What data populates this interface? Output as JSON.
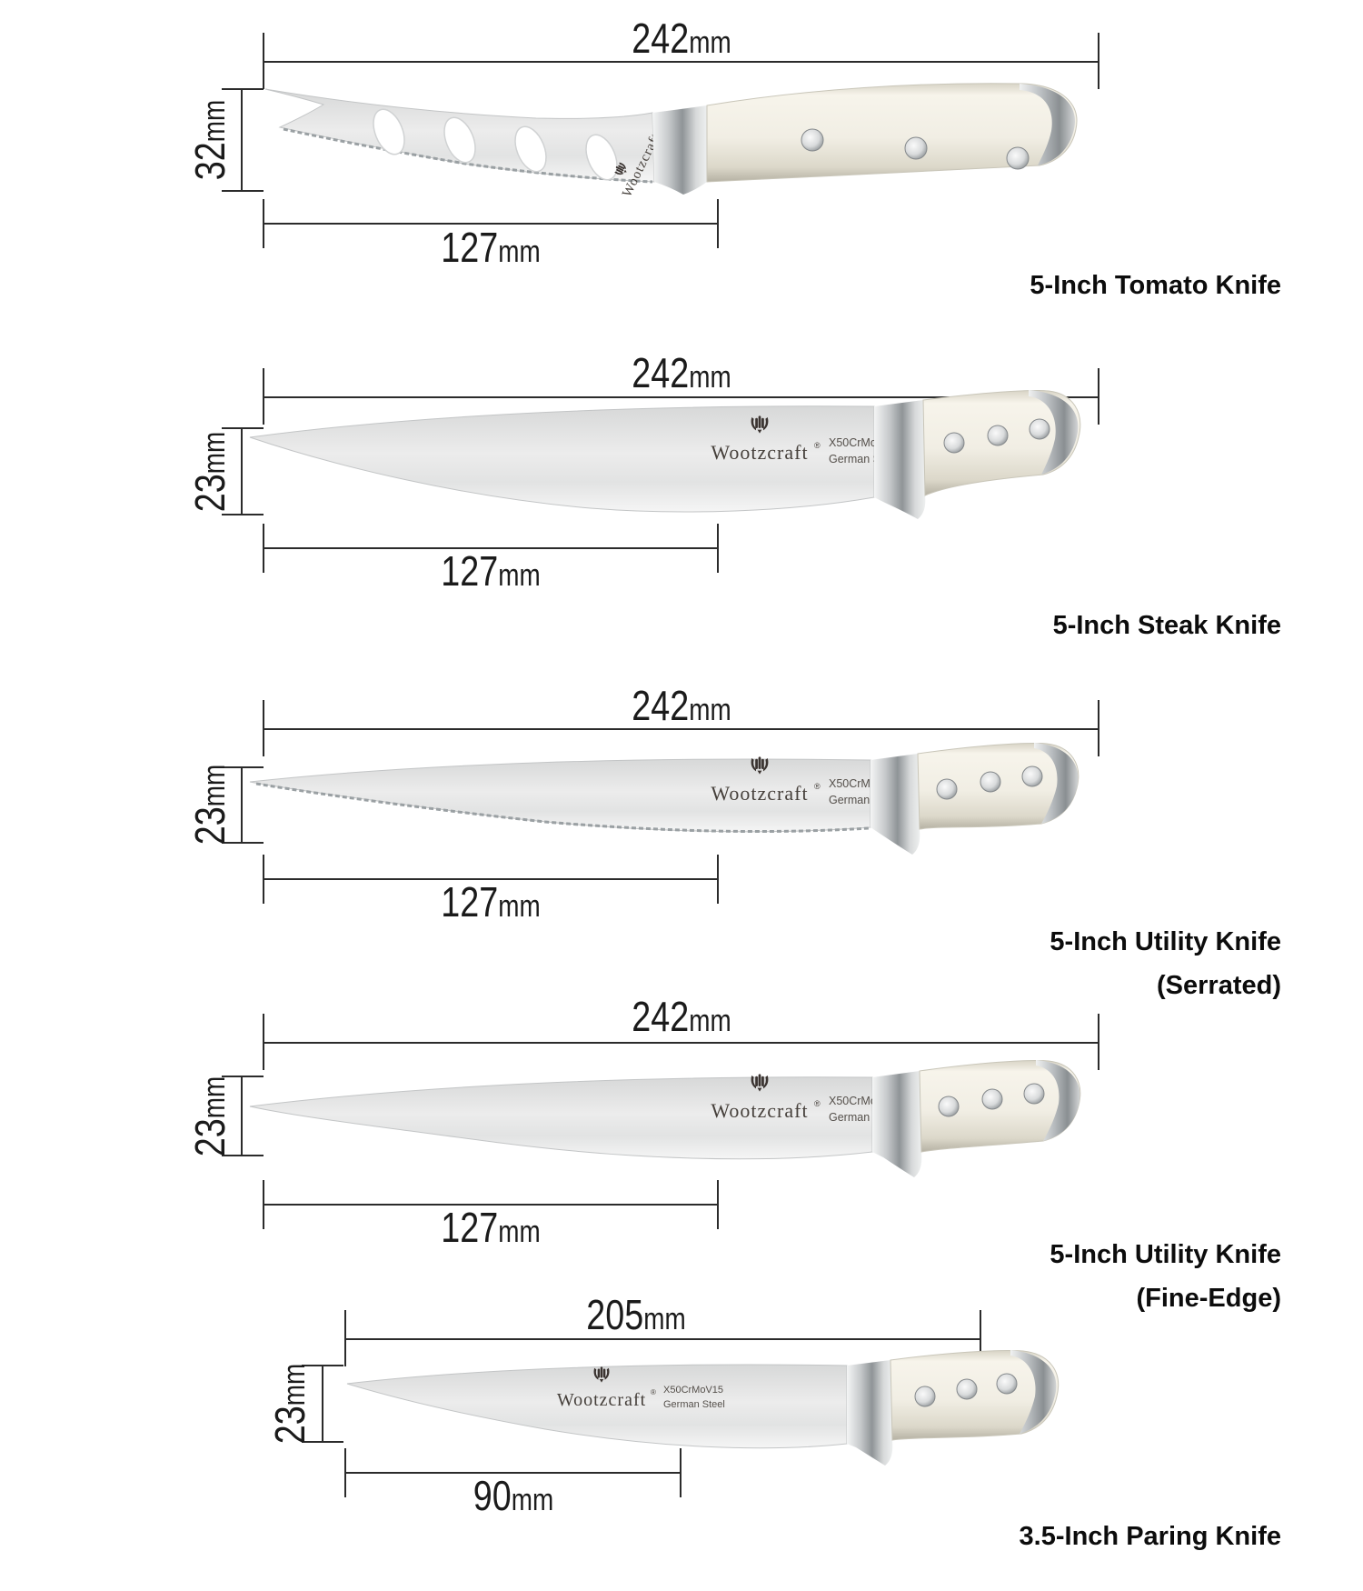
{
  "page": {
    "background": "#ffffff"
  },
  "brand": {
    "name": "Wootzcraft",
    "registered": "®",
    "steel_grade": "X50CrMoV15",
    "steel_origin": "German Steel"
  },
  "knives": [
    {
      "name": "5-Inch Tomato Knife",
      "name_line2": "",
      "overall_length": "242",
      "overall_unit": "mm",
      "blade_length": "127",
      "blade_unit": "mm",
      "blade_height": "32",
      "height_unit": "mm"
    },
    {
      "name": "5-Inch Steak Knife",
      "name_line2": "",
      "overall_length": "242",
      "overall_unit": "mm",
      "blade_length": "127",
      "blade_unit": "mm",
      "blade_height": "23",
      "height_unit": "mm"
    },
    {
      "name": "5-Inch Utility Knife",
      "name_line2": "(Serrated)",
      "overall_length": "242",
      "overall_unit": "mm",
      "blade_length": "127",
      "blade_unit": "mm",
      "blade_height": "23",
      "height_unit": "mm"
    },
    {
      "name": "5-Inch Utility Knife",
      "name_line2": "(Fine-Edge)",
      "overall_length": "242",
      "overall_unit": "mm",
      "blade_length": "127",
      "blade_unit": "mm",
      "blade_height": "23",
      "height_unit": "mm"
    },
    {
      "name": "3.5-Inch Paring Knife",
      "name_line2": "",
      "overall_length": "205",
      "overall_unit": "mm",
      "blade_length": "90",
      "blade_unit": "mm",
      "blade_height": "23",
      "height_unit": "mm"
    }
  ],
  "colors": {
    "dimension_line": "#2b2b2b",
    "label_text": "#0c0c0c",
    "handle": "#f2efe5",
    "steel_light": "#ededed",
    "steel_dark": "#9aa0a3"
  }
}
